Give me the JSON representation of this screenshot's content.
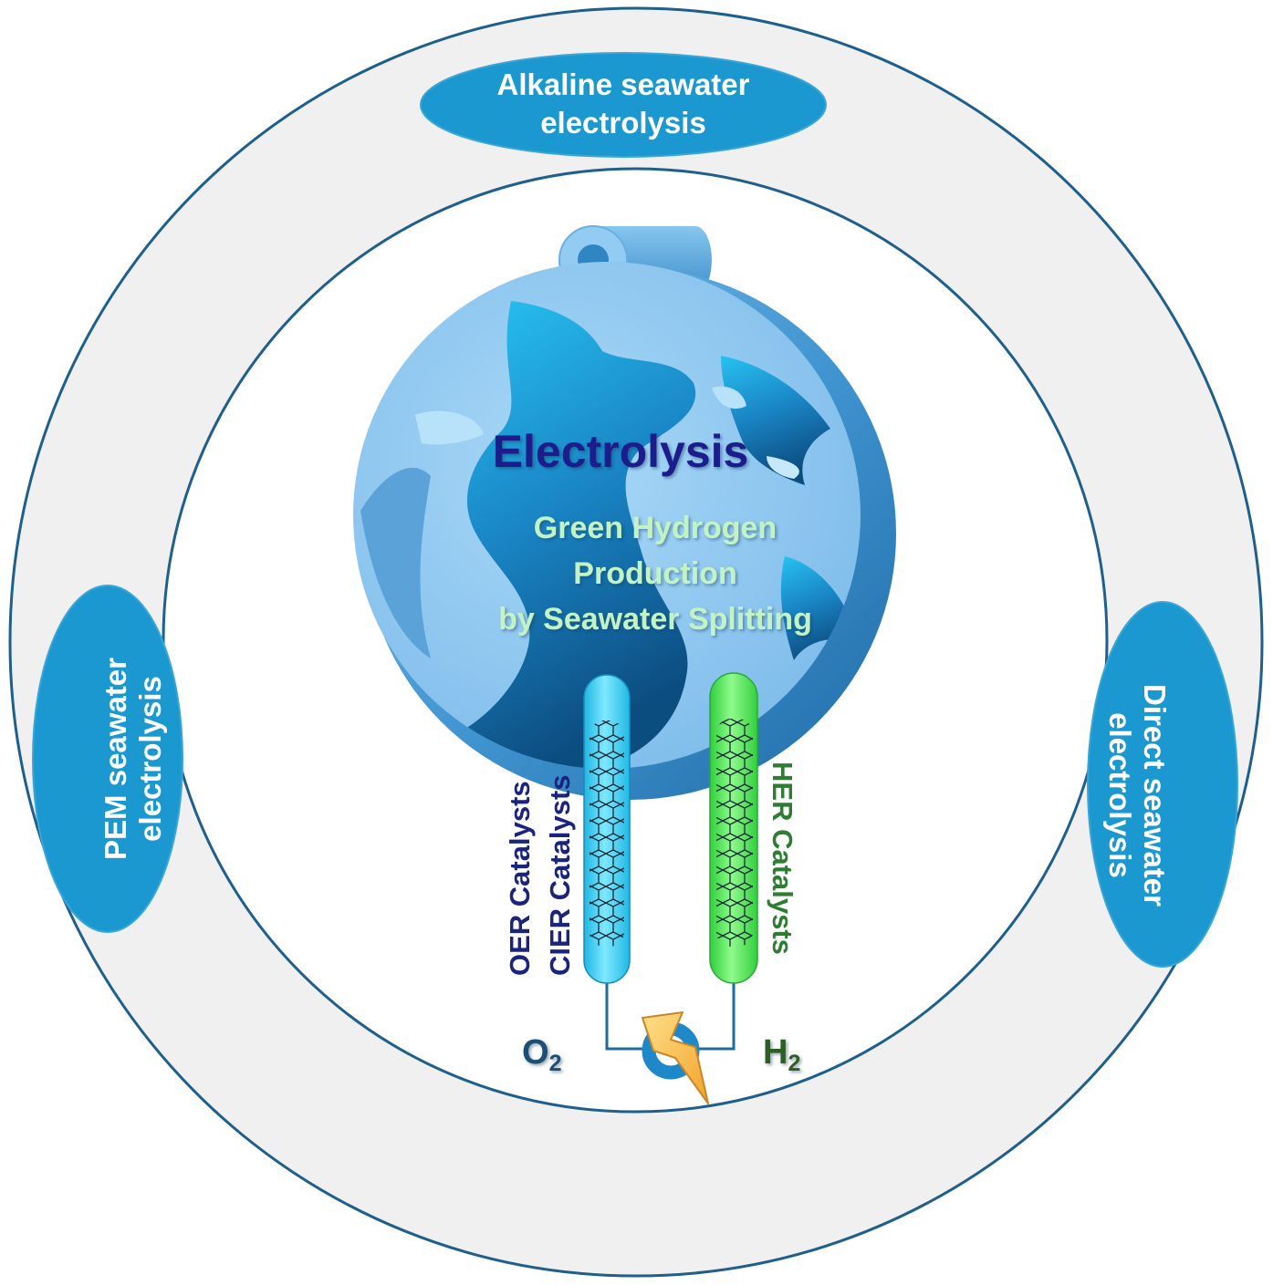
{
  "colors": {
    "outline": "#1f5f8b",
    "outer_ring_fill": "#f0f0f0",
    "method_ellipse": "#1b98d0",
    "method_text": "#ffffff",
    "title": "#1a1f8c",
    "subtitle": "#c1f3c5",
    "anode_label": "#1a237e",
    "cathode_label": "#2e7d32",
    "oxygen": "#1b4f72",
    "hydrogen": "#2f5f22"
  },
  "methods": {
    "alkaline": {
      "line1": "Alkaline seawater",
      "line2": "electrolysis"
    },
    "pem": {
      "line1": "PEM seawater",
      "line2": "electrolysis"
    },
    "direct": {
      "line1": "Direct seawater",
      "line2": "electrolysis"
    }
  },
  "center": {
    "title": "Electrolysis",
    "subtitle": [
      "Green Hydrogen",
      "Production",
      "by Seawater Splitting"
    ]
  },
  "electrodes": {
    "anode": {
      "catalysts": [
        "OER Catalysts",
        "CIER Catalysts"
      ],
      "product": {
        "symbol": "O",
        "subscript": "2"
      }
    },
    "cathode": {
      "catalysts": [
        "HER Catalysts"
      ],
      "product": {
        "symbol": "H",
        "subscript": "2"
      }
    }
  },
  "icons": {
    "globe": "globe-icon",
    "anchor": "anchor-ring-icon",
    "power": "lightning-bolt-icon",
    "nanotube": "carbon-nanotube-icon"
  }
}
